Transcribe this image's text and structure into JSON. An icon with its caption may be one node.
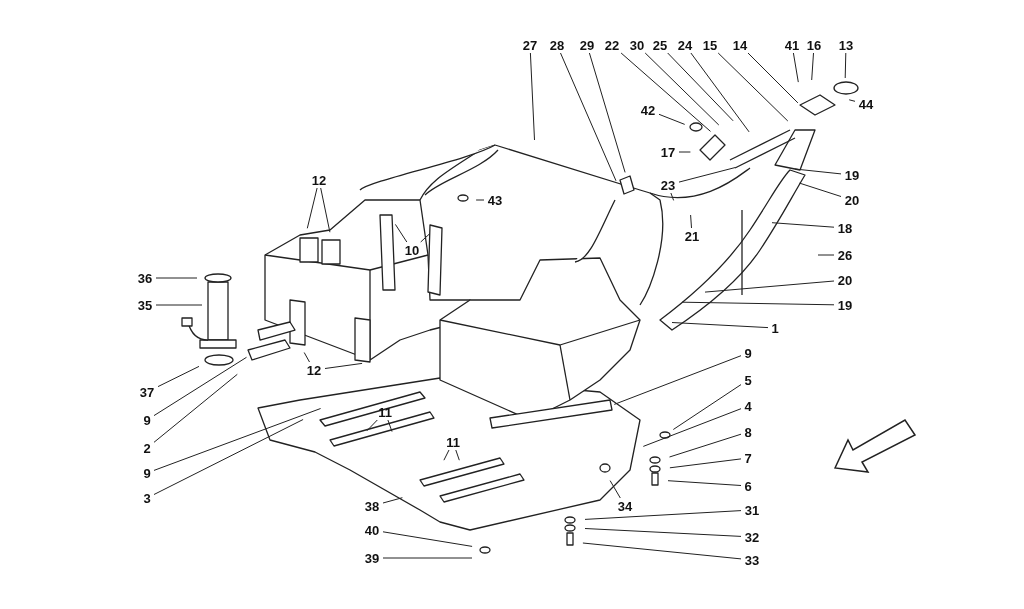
{
  "diagram": {
    "nodes": [
      {
        "text": [
          "27"
        ]
      },
      {
        "text": [
          "28"
        ]
      },
      {
        "text": [
          "29"
        ]
      },
      {
        "text": [
          "22"
        ]
      },
      {
        "text": [
          "30"
        ]
      },
      {
        "text": [
          "25"
        ]
      },
      {
        "text": [
          "24"
        ]
      },
      {
        "text": [
          "15"
        ]
      },
      {
        "text": [
          "14"
        ]
      },
      {
        "text": [
          "41"
        ]
      },
      {
        "text": [
          "16"
        ]
      },
      {
        "text": [
          "13"
        ]
      },
      {
        "text": [
          "44"
        ]
      },
      {
        "text": [
          "42"
        ]
      },
      {
        "text": [
          "17"
        ]
      },
      {
        "text": [
          "23"
        ]
      },
      {
        "text": [
          "19"
        ]
      },
      {
        "text": [
          "20"
        ]
      },
      {
        "text": [
          "12"
        ]
      },
      {
        "text": [
          "43"
        ]
      },
      {
        "text": [
          "21"
        ]
      },
      {
        "text": [
          "18"
        ]
      },
      {
        "text": [
          "10"
        ]
      },
      {
        "text": [
          "26"
        ]
      },
      {
        "text": [
          "36"
        ]
      },
      {
        "text": [
          "20"
        ]
      },
      {
        "text": [
          "35"
        ]
      },
      {
        "text": [
          "19"
        ]
      },
      {
        "text": [
          "1"
        ]
      },
      {
        "text": [
          "12"
        ]
      },
      {
        "text": [
          "9"
        ]
      },
      {
        "text": [
          "5"
        ]
      },
      {
        "text": [
          "37"
        ]
      },
      {
        "text": [
          "4"
        ]
      },
      {
        "text": [
          "9"
        ]
      },
      {
        "text": [
          "8"
        ]
      },
      {
        "text": [
          "11"
        ]
      },
      {
        "text": [
          "2"
        ]
      },
      {
        "text": [
          "7"
        ]
      },
      {
        "text": [
          "11"
        ]
      },
      {
        "text": [
          "6"
        ]
      },
      {
        "text": [
          "9"
        ]
      },
      {
        "text": [
          "3"
        ]
      },
      {
        "text": [
          "34"
        ]
      },
      {
        "text": [
          "38"
        ]
      },
      {
        "text": [
          "31"
        ]
      },
      {
        "text": [
          "40"
        ]
      },
      {
        "text": [
          "32"
        ]
      },
      {
        "text": [
          "33"
        ]
      },
      {
        "text": [
          "39"
        ]
      }
    ],
    "edges": [
      {
        "from": 0,
        "to": null,
        "arrow": "none"
      },
      {
        "from": 1,
        "to": null,
        "arrow": "none"
      },
      {
        "from": 2,
        "to": null,
        "arrow": "none"
      },
      {
        "from": 3,
        "to": null,
        "arrow": "none"
      },
      {
        "from": 4,
        "to": null,
        "arrow": "none"
      },
      {
        "from": 5,
        "to": null,
        "arrow": "none"
      },
      {
        "from": 6,
        "to": null,
        "arrow": "none"
      },
      {
        "from": 7,
        "to": null,
        "arrow": "none"
      },
      {
        "from": 8,
        "to": null,
        "arrow": "none"
      },
      {
        "from": 9,
        "to": null,
        "arrow": "none"
      },
      {
        "from": 10,
        "to": null,
        "arrow": "none"
      },
      {
        "from": 11,
        "to": null,
        "arrow": "none"
      },
      {
        "from": 12,
        "to": null,
        "arrow": "none"
      },
      {
        "from": 13,
        "to": null,
        "arrow": "none"
      },
      {
        "from": 14,
        "to": null,
        "arrow": "none"
      },
      {
        "from": 15,
        "to": null,
        "arrow": "none"
      },
      {
        "from": 15,
        "to": null,
        "arrow": "none"
      },
      {
        "from": 16,
        "to": null,
        "arrow": "none"
      },
      {
        "from": 17,
        "to": null,
        "arrow": "none"
      },
      {
        "from": 18,
        "to": null,
        "arrow": "none"
      },
      {
        "from": 18,
        "to": null,
        "arrow": "none"
      },
      {
        "from": 19,
        "to": null,
        "arrow": "none"
      },
      {
        "from": 20,
        "to": null,
        "arrow": "none"
      },
      {
        "from": 21,
        "to": null,
        "arrow": "none"
      },
      {
        "from": 22,
        "to": null,
        "arrow": "none"
      },
      {
        "from": 22,
        "to": null,
        "arrow": "none"
      },
      {
        "from": 23,
        "to": null,
        "arrow": "none"
      },
      {
        "from": 24,
        "to": null,
        "arrow": "none"
      },
      {
        "from": 25,
        "to": null,
        "arrow": "none"
      },
      {
        "from": 26,
        "to": null,
        "arrow": "none"
      },
      {
        "from": 27,
        "to": null,
        "arrow": "none"
      },
      {
        "from": 28,
        "to": null,
        "arrow": "none"
      },
      {
        "from": 29,
        "to": null,
        "arrow": "none"
      },
      {
        "from": 29,
        "to": null,
        "arrow": "none"
      },
      {
        "from": 30,
        "to": null,
        "arrow": "none"
      },
      {
        "from": 31,
        "to": null,
        "arrow": "none"
      },
      {
        "from": 32,
        "to": null,
        "arrow": "none"
      },
      {
        "from": 33,
        "to": null,
        "arrow": "none"
      },
      {
        "from": 34,
        "to": null,
        "arrow": "none"
      },
      {
        "from": 35,
        "to": null,
        "arrow": "none"
      },
      {
        "from": 36,
        "to": null,
        "arrow": "none"
      },
      {
        "from": 36,
        "to": null,
        "arrow": "none"
      },
      {
        "from": 37,
        "to": null,
        "arrow": "none"
      },
      {
        "from": 38,
        "to": null,
        "arrow": "none"
      },
      {
        "from": 39,
        "to": null,
        "arrow": "none"
      },
      {
        "from": 39,
        "to": null,
        "arrow": "none"
      },
      {
        "from": 40,
        "to": null,
        "arrow": "none"
      },
      {
        "from": 41,
        "to": null,
        "arrow": "none"
      },
      {
        "from": 42,
        "to": null,
        "arrow": "none"
      },
      {
        "from": 43,
        "to": null,
        "arrow": "none"
      },
      {
        "from": 44,
        "to": null,
        "arrow": "none"
      },
      {
        "from": 45,
        "to": null,
        "arrow": "none"
      },
      {
        "from": 46,
        "to": null,
        "arrow": "none"
      },
      {
        "from": 47,
        "to": null,
        "arrow": "none"
      },
      {
        "from": 48,
        "to": null,
        "arrow": "none"
      },
      {
        "from": 49,
        "to": null,
        "arrow": "none"
      }
    ]
  }
}
